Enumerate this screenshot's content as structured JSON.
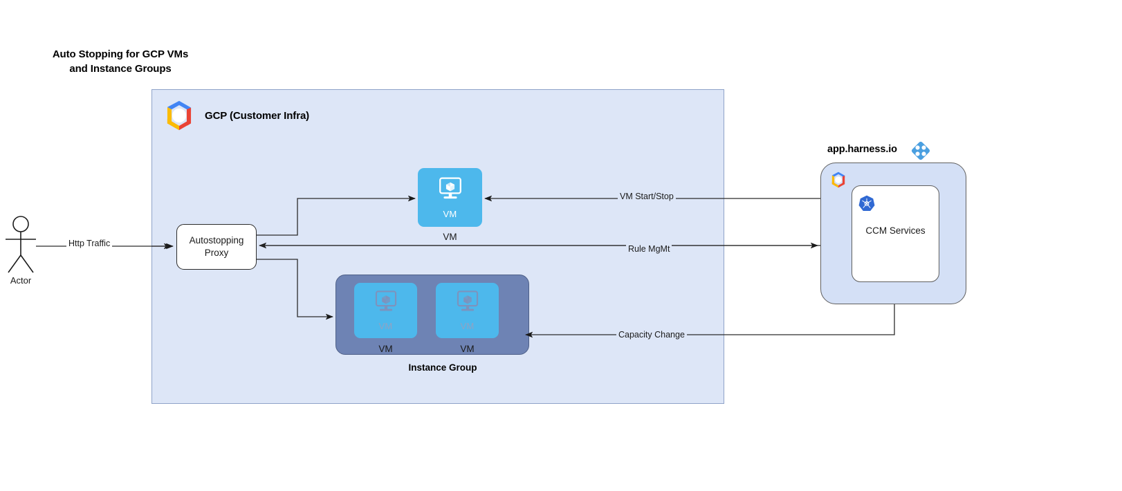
{
  "title": {
    "line1": "Auto Stopping for GCP VMs",
    "line2": "and Instance Groups",
    "full": "Auto Stopping for GCP VMs and Instance Groups"
  },
  "colors": {
    "gcp_container_fill": "#dde6f7",
    "gcp_container_border": "#8ea2c8",
    "vm_tile": "#4db8ec",
    "instance_group_fill": "#6e83b4",
    "instance_group_border": "#4d5f87",
    "harness_panel_fill": "#d4e0f6",
    "harness_accent": "#4a9fe0",
    "k8s_blue": "#3069d3",
    "edge_stroke": "#2b2b2b",
    "canvas_bg": "#ffffff"
  },
  "gcp_container": {
    "label": "GCP (Customer Infra)",
    "logo_icon": "gcp-logo-icon"
  },
  "actor": {
    "label": "Actor",
    "icon": "stick-figure-icon"
  },
  "proxy": {
    "line1": "Autostopping",
    "line2": "Proxy"
  },
  "vm_standalone": {
    "inner_label": "VM",
    "caption": "VM",
    "icon": "vm-monitor-cube-icon"
  },
  "instance_group": {
    "caption": "Instance Group",
    "vms": [
      {
        "inner_label": "VM",
        "caption": "VM",
        "icon": "vm-monitor-cube-icon"
      },
      {
        "inner_label": "VM",
        "caption": "VM",
        "icon": "vm-monitor-cube-icon"
      }
    ]
  },
  "harness": {
    "title": "app.harness.io",
    "logo_icon": "harness-diamond-icon",
    "gcp_logo_icon": "gcp-logo-icon",
    "ccm": {
      "label": "CCM Services",
      "icon": "kubernetes-icon"
    }
  },
  "edges": [
    {
      "id": "http-traffic",
      "label": "Http Traffic",
      "from": "actor",
      "to": "autostopping-proxy"
    },
    {
      "id": "vm-start-stop",
      "label": "VM Start/Stop",
      "from": "ccm-services",
      "to": "vm-standalone"
    },
    {
      "id": "rule-mgmt",
      "label": "Rule MgMt",
      "from": "autostopping-proxy",
      "to": "harness-panel"
    },
    {
      "id": "capacity-change",
      "label": "Capacity Change",
      "from": "harness-panel",
      "to": "instance-group"
    },
    {
      "id": "proxy-to-vm",
      "label": "",
      "from": "autostopping-proxy",
      "to": "vm-standalone"
    },
    {
      "id": "proxy-to-instance-group",
      "label": "",
      "from": "autostopping-proxy",
      "to": "instance-group"
    }
  ]
}
